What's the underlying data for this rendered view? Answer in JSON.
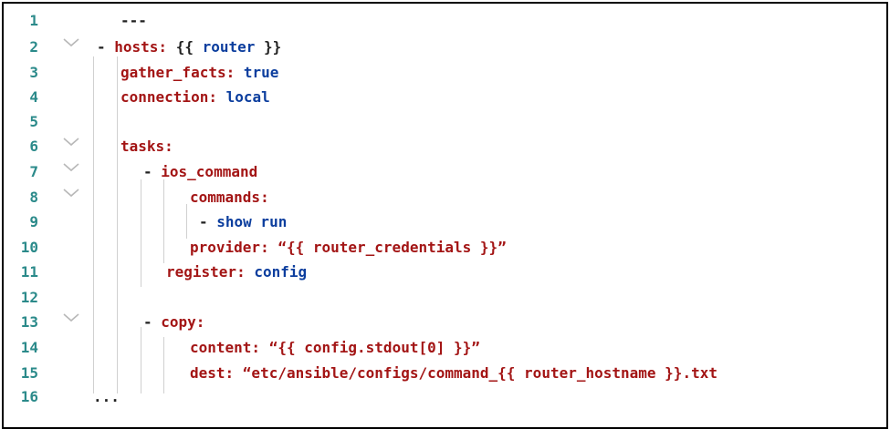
{
  "editor": {
    "lines": [
      {
        "num": "1",
        "parts": [
          {
            "t": "---",
            "c": "p"
          }
        ]
      },
      {
        "num": "2",
        "parts": [
          {
            "t": "- ",
            "c": "p"
          },
          {
            "t": "hosts: ",
            "c": "k"
          },
          {
            "t": "{{ ",
            "c": "p"
          },
          {
            "t": "router",
            "c": "v"
          },
          {
            "t": " }}",
            "c": "p"
          }
        ]
      },
      {
        "num": "3",
        "parts": [
          {
            "t": "gather_facts: ",
            "c": "k"
          },
          {
            "t": "true",
            "c": "v"
          }
        ]
      },
      {
        "num": "4",
        "parts": [
          {
            "t": "connection: ",
            "c": "k"
          },
          {
            "t": "local",
            "c": "v"
          }
        ]
      },
      {
        "num": "5",
        "parts": []
      },
      {
        "num": "6",
        "parts": [
          {
            "t": "tasks:",
            "c": "k"
          }
        ]
      },
      {
        "num": "7",
        "parts": [
          {
            "t": "- ",
            "c": "p"
          },
          {
            "t": "ios_command",
            "c": "k"
          }
        ]
      },
      {
        "num": "8",
        "parts": [
          {
            "t": "commands:",
            "c": "k"
          }
        ]
      },
      {
        "num": "9",
        "parts": [
          {
            "t": "- ",
            "c": "p"
          },
          {
            "t": "show run",
            "c": "v"
          }
        ]
      },
      {
        "num": "10",
        "parts": [
          {
            "t": "provider: ",
            "c": "k"
          },
          {
            "t": "“{{ router_credentials }}”",
            "c": "k"
          }
        ]
      },
      {
        "num": "11",
        "parts": [
          {
            "t": "register: ",
            "c": "k"
          },
          {
            "t": "config",
            "c": "v"
          }
        ]
      },
      {
        "num": "12",
        "parts": []
      },
      {
        "num": "13",
        "parts": [
          {
            "t": "- ",
            "c": "p"
          },
          {
            "t": "copy:",
            "c": "k"
          }
        ]
      },
      {
        "num": "14",
        "parts": [
          {
            "t": "content: ",
            "c": "k"
          },
          {
            "t": "“{{ config.stdout[0] }}”",
            "c": "k"
          }
        ]
      },
      {
        "num": "15",
        "parts": [
          {
            "t": "dest: ",
            "c": "k"
          },
          {
            "t": "“etc/ansible/configs/command_{{ router_hostname }}.txt",
            "c": "k"
          }
        ]
      },
      {
        "num": "16",
        "parts": [
          {
            "t": "...",
            "c": "p"
          }
        ]
      }
    ]
  }
}
